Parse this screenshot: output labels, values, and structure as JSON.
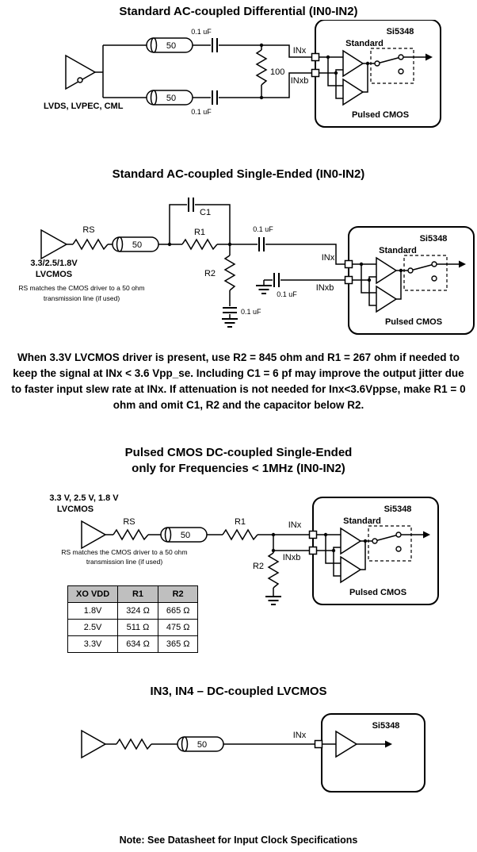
{
  "s1": {
    "title": "Standard AC-coupled Differential (IN0-IN2)",
    "driver": "LVDS, LVPEC, CML",
    "tline": "50",
    "cap": "0.1 uF",
    "rterm": "100",
    "inx": "INx",
    "inxb": "INxb",
    "chip": "Si5348",
    "standard": "Standard",
    "pulsed": "Pulsed CMOS"
  },
  "s2": {
    "title": "Standard AC-coupled Single-Ended (IN0-IN2)",
    "driver1": "3.3/2.5/1.8V",
    "driver2": "LVCMOS",
    "note1": "RS matches the CMOS driver to a 50 ohm",
    "note2": "transmission line (if used)",
    "rs": "RS",
    "tline": "50",
    "c1": "C1",
    "r1": "R1",
    "r2": "R2",
    "cap": "0.1 uF",
    "inx": "INx",
    "inxb": "INxb",
    "chip": "Si5348",
    "standard": "Standard",
    "pulsed": "Pulsed CMOS"
  },
  "para": "When 3.3V LVCMOS driver is present, use R2 = 845 ohm and R1 = 267 ohm if needed to keep the signal at INx < 3.6 Vpp_se. Including C1 = 6 pf may improve the output jitter due to faster input slew rate at INx. If attenuation is not needed for Inx<3.6Vppse, make R1 = 0 ohm and omit C1, R2 and the capacitor below R2.",
  "s3": {
    "title1": "Pulsed CMOS DC-coupled Single-Ended",
    "title2": "only for Frequencies < 1MHz (IN0-IN2)",
    "driver1": "3.3 V, 2.5 V, 1.8 V",
    "driver2": "LVCMOS",
    "note1": "RS matches the CMOS driver to a 50 ohm",
    "note2": "transmission line (if used)",
    "rs": "RS",
    "tline": "50",
    "r1": "R1",
    "r2": "R2",
    "inx": "INx",
    "inxb": "INxb",
    "chip": "Si5348",
    "standard": "Standard",
    "pulsed": "Pulsed CMOS",
    "table": {
      "headers": [
        "XO VDD",
        "R1",
        "R2"
      ],
      "rows": [
        [
          "1.8V",
          "324 Ω",
          "665 Ω"
        ],
        [
          "2.5V",
          "511 Ω",
          "475 Ω"
        ],
        [
          "3.3V",
          "634 Ω",
          "365 Ω"
        ]
      ]
    }
  },
  "s4": {
    "title": "IN3, IN4 – DC-coupled LVCMOS",
    "tline": "50",
    "inx": "INx",
    "chip": "Si5348"
  },
  "footer": {
    "note": "Note: See Datasheet for Input Clock Specifications"
  }
}
